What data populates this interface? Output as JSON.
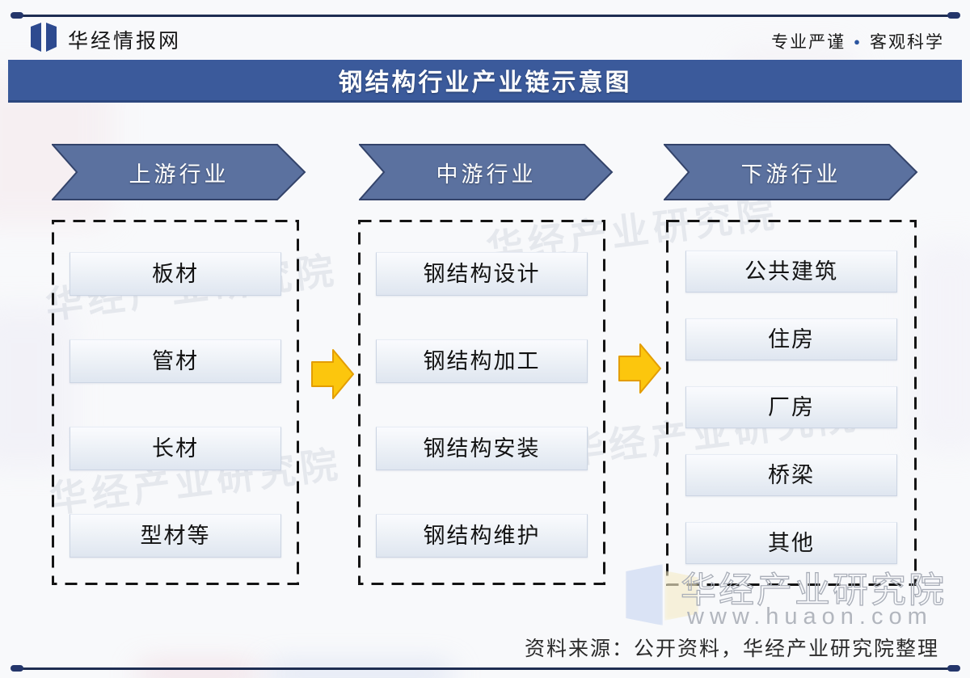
{
  "header": {
    "brand": "华经情报网",
    "slogan_left": "专业严谨",
    "slogan_separator": "●",
    "slogan_right": "客观科学"
  },
  "title": "钢结构行业产业链示意图",
  "columns": [
    {
      "header": "上游行业",
      "items": [
        "板材",
        "管材",
        "长材",
        "型材等"
      ]
    },
    {
      "header": "中游行业",
      "items": [
        "钢结构设计",
        "钢结构加工",
        "钢结构安装",
        "钢结构维护"
      ]
    },
    {
      "header": "下游行业",
      "items": [
        "公共建筑",
        "住房",
        "厂房",
        "桥梁",
        "其他"
      ]
    }
  ],
  "watermark": {
    "name": "华经产业研究院",
    "url": "www.huaon.com"
  },
  "footer": {
    "source": "资料来源：公开资料，华经产业研究院整理"
  },
  "colors": {
    "title_bar": "#3b5a9b",
    "chevron_fill": "#5b719f",
    "chevron_border": "#33436a",
    "arrow_fill": "#fcc60d",
    "arrow_border": "#e39d00",
    "item_bg": "#e3e9f2",
    "rule": "#1e2d52"
  }
}
